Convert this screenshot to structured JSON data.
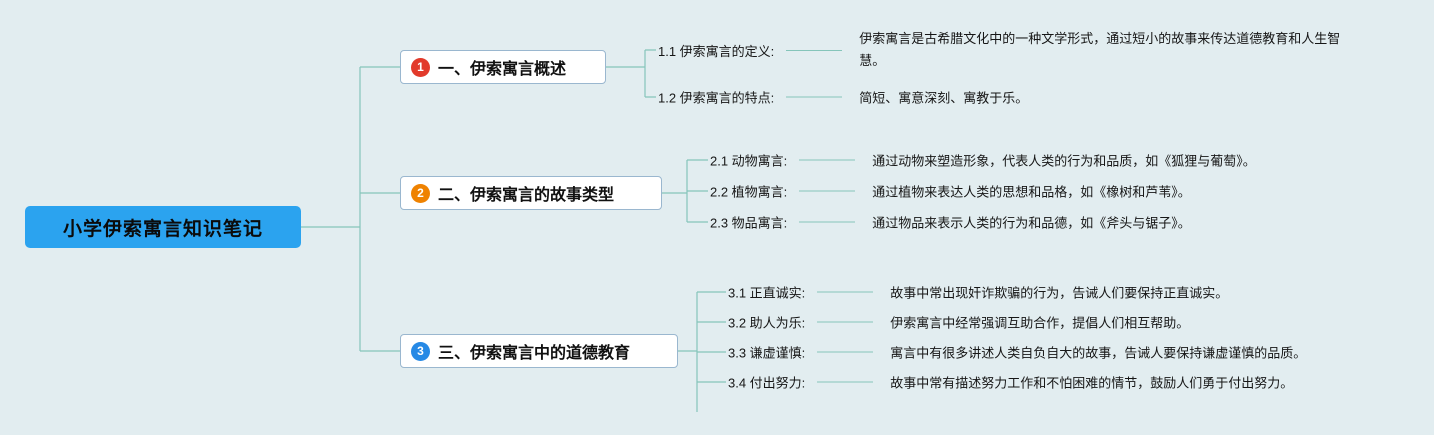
{
  "root": {
    "label": "小学伊索寓言知识笔记"
  },
  "branches": [
    {
      "number": "1",
      "label": "一、伊索寓言概述",
      "badge_color": "#e23a2b",
      "children": [
        {
          "label": "1.1 伊索寓言的定义:",
          "detail": "伊索寓言是古希腊文化中的一种文学形式，通过短小的故事来传达道德教育和人生智慧。"
        },
        {
          "label": "1.2 伊索寓言的特点:",
          "detail": "简短、寓意深刻、寓教于乐。"
        }
      ]
    },
    {
      "number": "2",
      "label": "二、伊索寓言的故事类型",
      "badge_color": "#ef8200",
      "children": [
        {
          "label": "2.1 动物寓言:",
          "detail": "通过动物来塑造形象，代表人类的行为和品质，如《狐狸与葡萄》。"
        },
        {
          "label": "2.2 植物寓言:",
          "detail": "通过植物来表达人类的思想和品格，如《橡树和芦苇》。"
        },
        {
          "label": "2.3 物品寓言:",
          "detail": "通过物品来表示人类的行为和品德，如《斧头与锯子》。"
        }
      ]
    },
    {
      "number": "3",
      "label": "三、伊索寓言中的道德教育",
      "badge_color": "#2689e5",
      "children": [
        {
          "label": "3.1 正直诚实:",
          "detail": "故事中常出现奸诈欺骗的行为，告诫人们要保持正直诚实。"
        },
        {
          "label": "3.2 助人为乐:",
          "detail": "伊索寓言中经常强调互助合作，提倡人们相互帮助。"
        },
        {
          "label": "3.3 谦虚谨慎:",
          "detail": "寓言中有很多讲述人类自负自大的故事，告诫人要保持谦虚谨慎的品质。"
        },
        {
          "label": "3.4 付出努力:",
          "detail": "故事中常有描述努力工作和不怕困难的情节，鼓励人们勇于付出努力。"
        }
      ]
    }
  ],
  "colors": {
    "background": "#e2edf0",
    "root_bg": "#2ba3ef",
    "line": "#85c5ba"
  }
}
